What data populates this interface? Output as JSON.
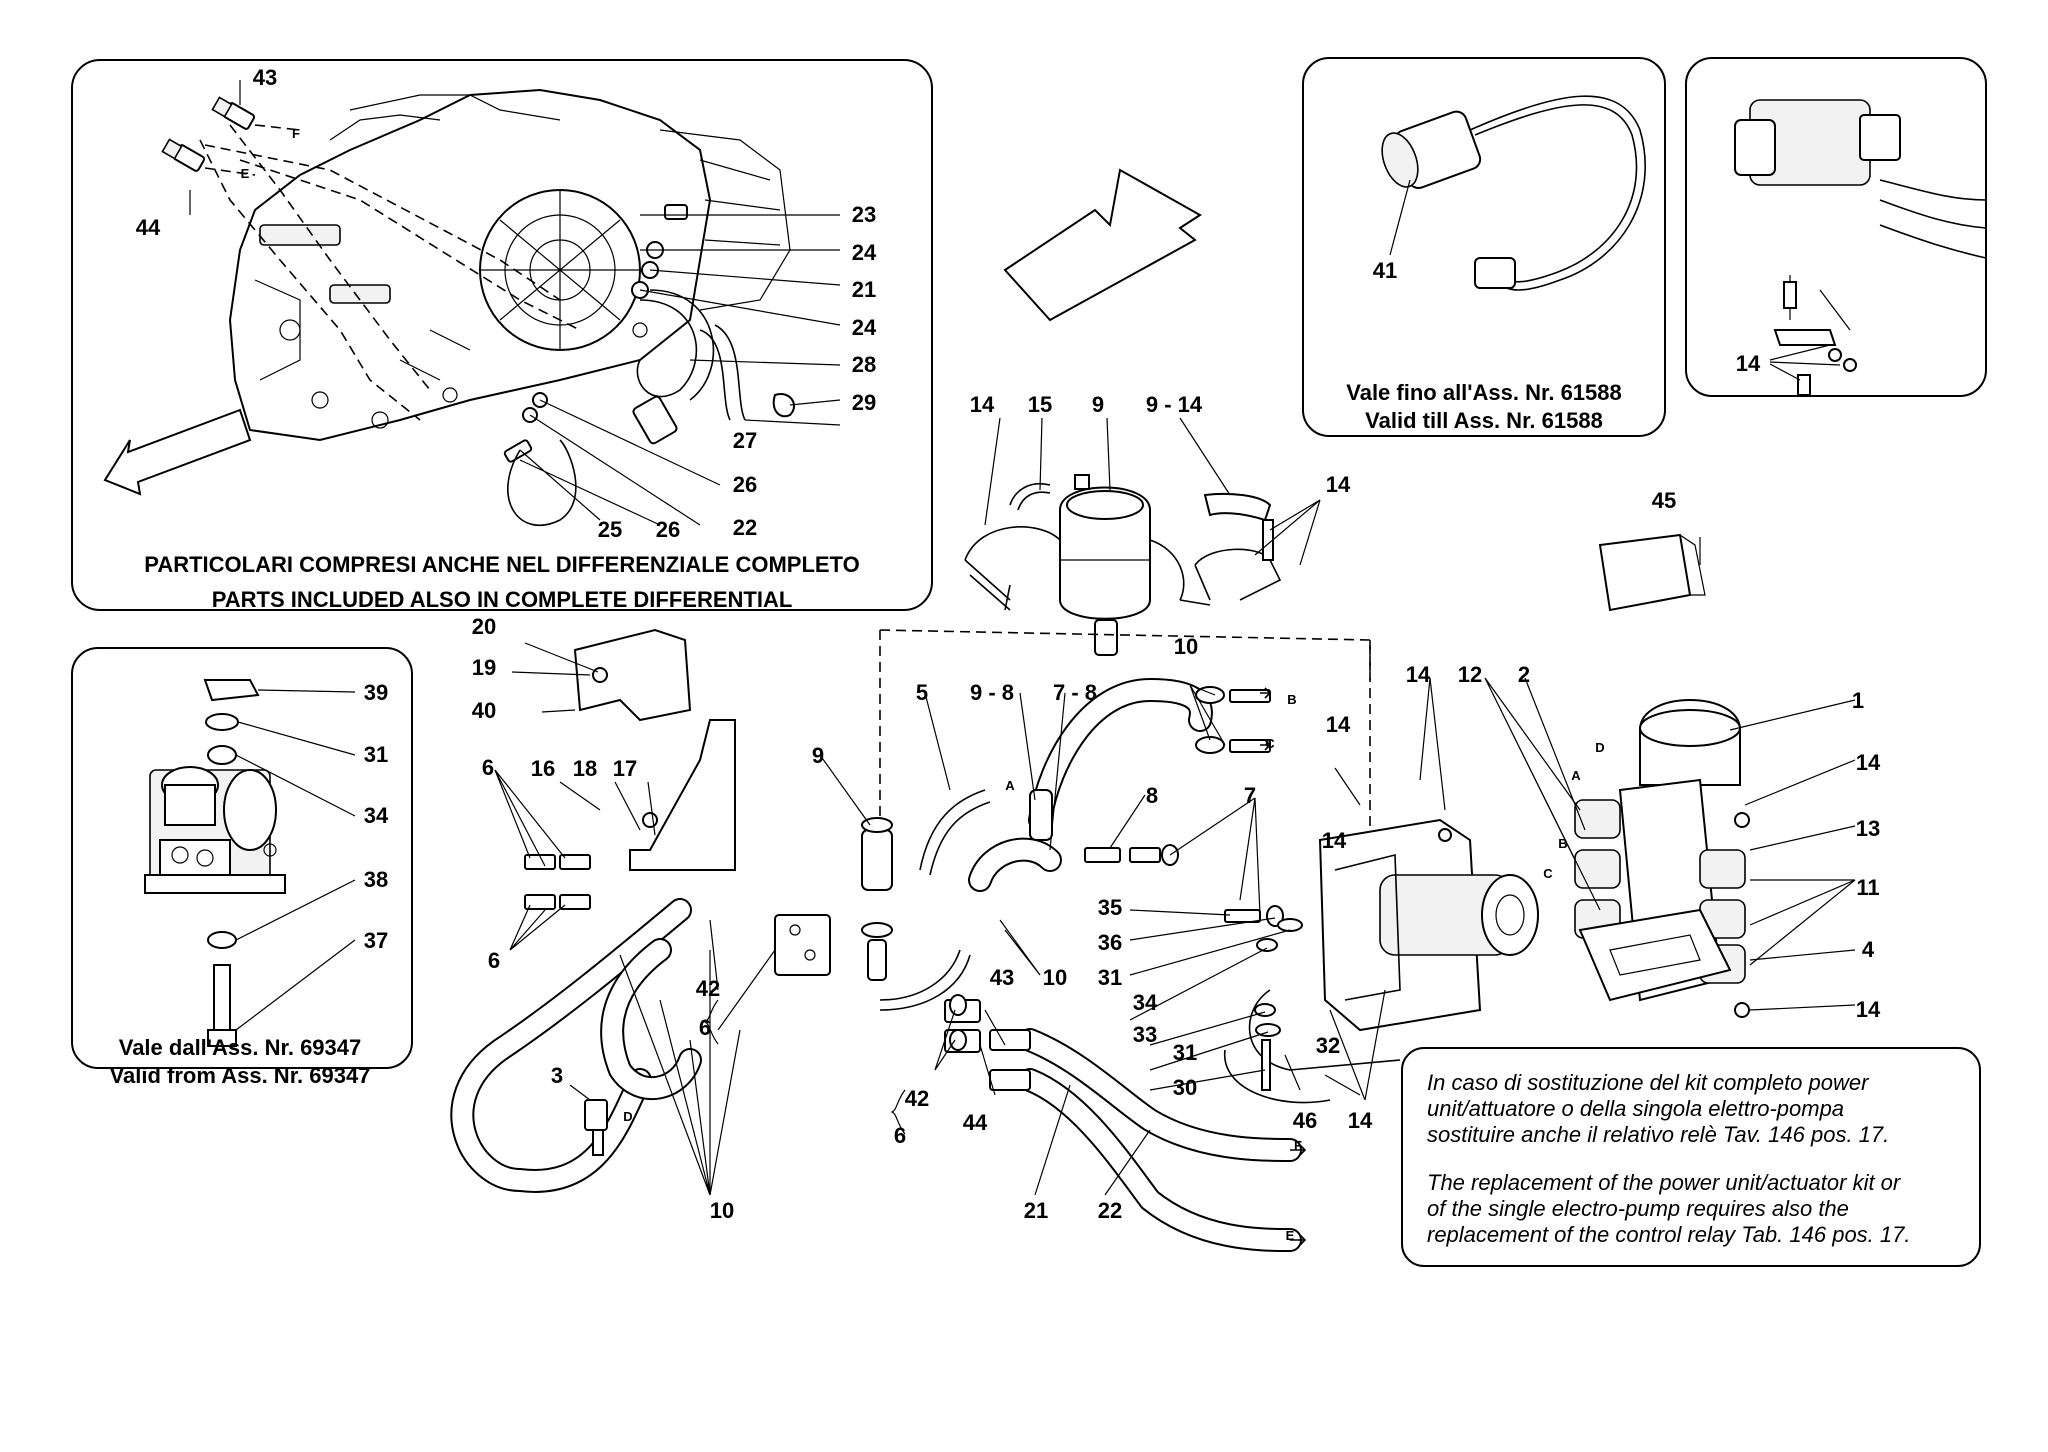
{
  "insets": {
    "differential": {
      "caption_it": "PARTICOLARI COMPRESI ANCHE NEL DIFFERENZIALE COMPLETO",
      "caption_en": "PARTS INCLUDED ALSO IN COMPLETE DIFFERENTIAL",
      "labels": [
        "43",
        "44",
        "23",
        "24",
        "21",
        "24",
        "28",
        "29",
        "27",
        "26",
        "25",
        "26",
        "22"
      ],
      "letters": [
        "F",
        "E"
      ]
    },
    "bracket": {
      "caption_it": "Vale dall'Ass. Nr. 69347",
      "caption_en": "Valid from Ass. Nr. 69347",
      "labels": [
        "39",
        "31",
        "34",
        "38",
        "37"
      ]
    },
    "sensor": {
      "caption_it": "Vale fino all'Ass. Nr. 61588",
      "caption_en": "Valid till Ass. Nr. 61588",
      "labels": [
        "41"
      ]
    },
    "pump_detail": {
      "labels": [
        "14"
      ]
    }
  },
  "main_labels": [
    "14",
    "15",
    "9",
    "9 - 14",
    "14",
    "45",
    "20",
    "19",
    "40",
    "16",
    "18",
    "17",
    "6",
    "6",
    "10",
    "5",
    "9 - 8",
    "7 - 8",
    "9",
    "8",
    "7",
    "14",
    "14",
    "12",
    "2",
    "1",
    "14",
    "13",
    "11",
    "4",
    "14",
    "35",
    "36",
    "31",
    "34",
    "33",
    "31",
    "32",
    "30",
    "46",
    "14",
    "10",
    "43",
    "44",
    "42",
    "6",
    "42",
    "6",
    "3",
    "10",
    "21",
    "22"
  ],
  "letters": [
    "A",
    "B",
    "C",
    "D",
    "E",
    "F"
  ],
  "note": {
    "it_lines": [
      "In caso di sostituzione del kit completo power",
      "unit/attuatore o della singola elettro-pompa",
      "sostituire anche il relativo relè Tav. 146 pos. 17."
    ],
    "en_lines": [
      "The replacement of the power unit/actuator kit or",
      "of the single electro-pump requires also the",
      "replacement of the control relay Tab. 146 pos. 17."
    ]
  }
}
